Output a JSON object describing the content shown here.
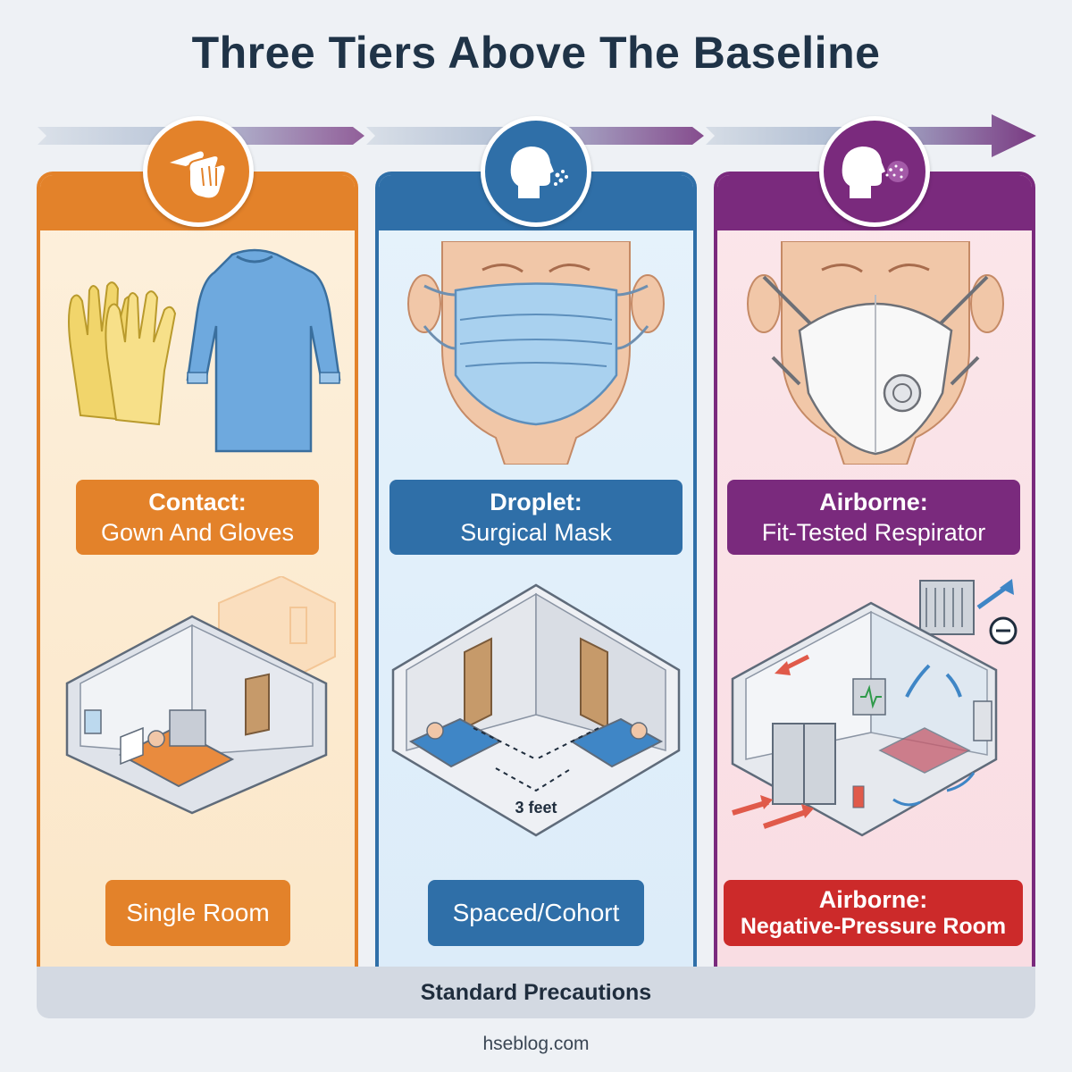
{
  "title": "Three Tiers Above The Baseline",
  "tiers": [
    {
      "id": "contact",
      "color": "#e3822a",
      "icon": "hand-touch-icon",
      "ppe_heading": "Contact:",
      "ppe_detail": "Gown And Gloves",
      "room": "Single Room"
    },
    {
      "id": "droplet",
      "color": "#2f6fa8",
      "icon": "person-cough-icon",
      "ppe_heading": "Droplet:",
      "ppe_detail": "Surgical Mask",
      "room": "Spaced/Cohort",
      "spacing_label": "3 feet"
    },
    {
      "id": "airborne",
      "color": "#7a2a7d",
      "icon": "person-aerosol-icon",
      "ppe_heading": "Airborne:",
      "ppe_detail": "Fit-Tested Respirator",
      "room_heading": "Airborne:",
      "room_detail": "Negative-Pressure Room",
      "room_color": "#cc2a2a"
    }
  ],
  "baseline": "Standard Precautions",
  "footer": "hseblog.com"
}
